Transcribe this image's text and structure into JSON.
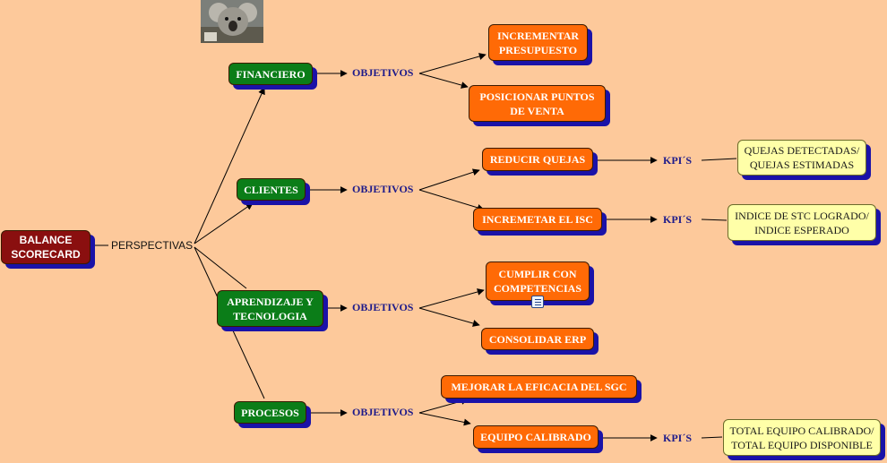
{
  "root": "BALANCE SCORECARD",
  "perspectives_label": "PERSPECTIVAS",
  "objetivos_label": "OBJETIVOS",
  "kpi_label": "KPI´S",
  "perspectives": [
    {
      "name": "FINANCIERO",
      "objectives": [
        "INCREMENTAR PRESUPUESTO",
        "POSICIONAR PUNTOS DE VENTA"
      ]
    },
    {
      "name": "CLIENTES",
      "objectives": [
        "REDUCIR QUEJAS",
        "INCREMETAR EL ISC"
      ]
    },
    {
      "name": "APRENDIZAJE Y TECNOLOGIA",
      "objectives": [
        "CUMPLIR CON COMPETENCIAS",
        "CONSOLIDAR ERP"
      ]
    },
    {
      "name": "PROCESOS",
      "objectives": [
        "MEJORAR LA EFICACIA DEL SGC",
        "EQUIPO CALIBRADO"
      ]
    }
  ],
  "kpis": [
    "QUEJAS DETECTADAS/ QUEJAS ESTIMADAS",
    "INDICE DE STC LOGRADO/ INDICE ESPERADO",
    "TOTAL EQUIPO CALIBRADO/ TOTAL EQUIPO DISPONIBLE"
  ],
  "colors": {
    "background": "#fdc99b",
    "root": "#8a0f0f",
    "perspective": "#0b7d18",
    "objective": "#ff6a06",
    "kpi": "#ffffa8",
    "shadow": "#1a12a8",
    "label_text": "#1d1a8a"
  },
  "icons": [
    "koala-photo",
    "note-icon"
  ]
}
